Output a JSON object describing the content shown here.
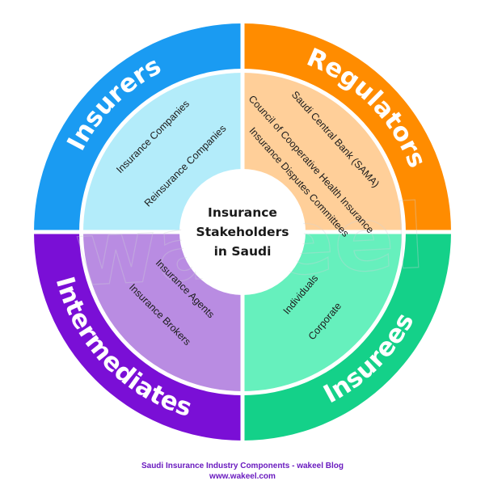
{
  "center": {
    "lines": [
      "Insurance",
      "Stakeholders",
      "in Saudi"
    ]
  },
  "quadrants": [
    {
      "key": "insurers",
      "label": "Insurers",
      "outer_color": "#1a9bf2",
      "inner_color": "#b3ecfa",
      "items": [
        "Insurance Companies",
        "Reinsurance Companies"
      ]
    },
    {
      "key": "regulators",
      "label": "Regulators",
      "outer_color": "#ff8c00",
      "inner_color": "#ffcf99",
      "items": [
        "Saudi Central Bank (SAMA)",
        "Council of Cooperative Health Insurance",
        "Insurance Disputes Committees"
      ]
    },
    {
      "key": "insurees",
      "label": "Insurees",
      "outer_color": "#14d189",
      "inner_color": "#66f0bd",
      "items": [
        "Individuals",
        "Corporate"
      ]
    },
    {
      "key": "intermediates",
      "label": "Intermediates",
      "outer_color": "#7a0fd6",
      "inner_color": "#b98ce2",
      "items": [
        "Insurance Agents",
        "Insurance Brokers"
      ]
    }
  ],
  "watermark": [
    "wakeel"
  ],
  "footer": {
    "title": "Saudi Insurance Industry Components - wakeel Blog",
    "url": "www.wakeel.com"
  }
}
